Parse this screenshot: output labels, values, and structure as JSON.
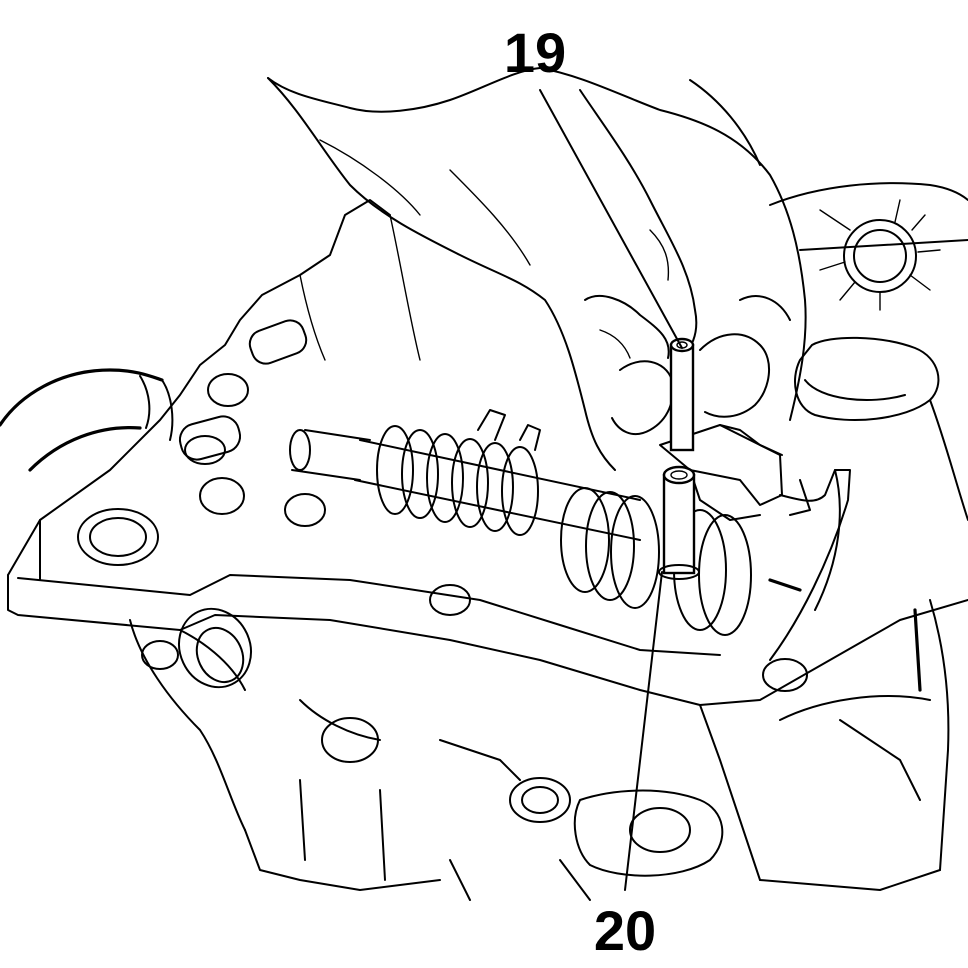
{
  "callouts": [
    {
      "id": "19",
      "text": "19"
    },
    {
      "id": "20",
      "text": "20"
    }
  ]
}
